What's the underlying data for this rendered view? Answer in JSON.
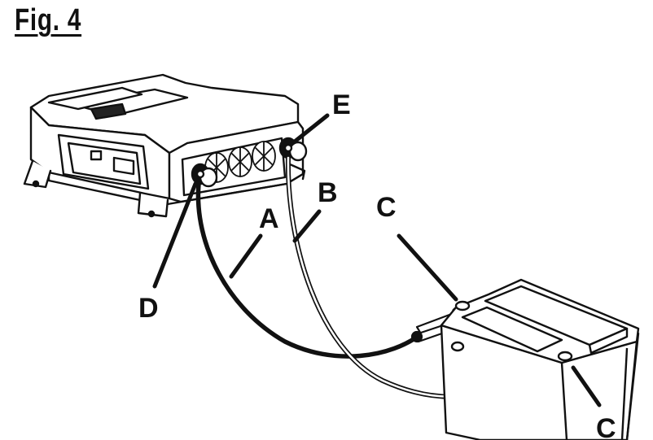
{
  "figure": {
    "title": "Fig. 4"
  },
  "callouts": {
    "a": "A",
    "b": "B",
    "c_top": "C",
    "c_bottom": "C",
    "d": "D",
    "e": "E"
  }
}
